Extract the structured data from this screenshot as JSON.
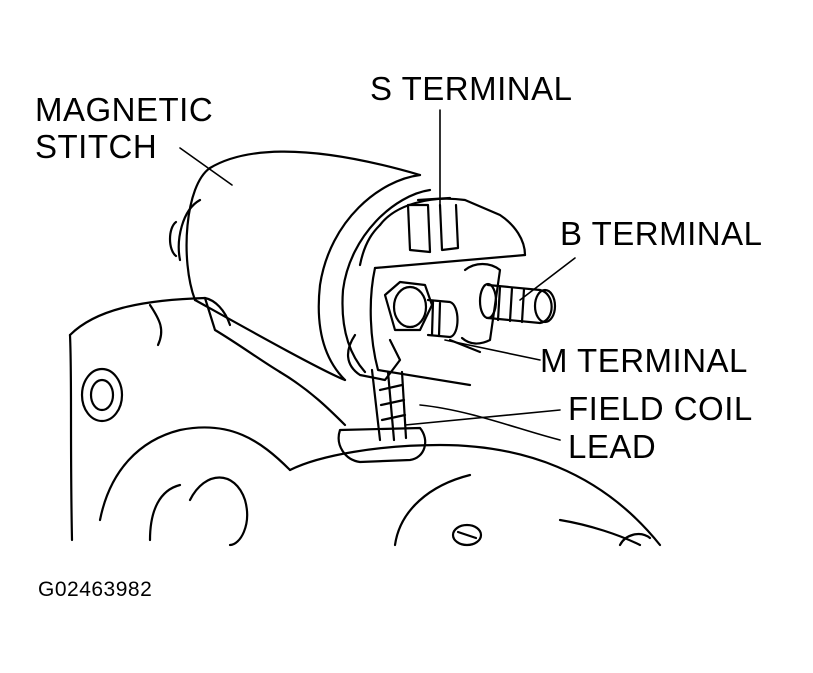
{
  "diagram": {
    "labels": {
      "magnetic_switch_line1": "MAGNETIC",
      "magnetic_switch_line2": "STITCH",
      "s_terminal": "S TERMINAL",
      "b_terminal": "B TERMINAL",
      "m_terminal": "M TERMINAL",
      "field_coil_lead_line1": "FIELD COIL",
      "field_coil_lead_line2": "LEAD"
    },
    "figure_id": "G02463982",
    "colors": {
      "ink": "#000000",
      "paper": "#ffffff"
    }
  }
}
